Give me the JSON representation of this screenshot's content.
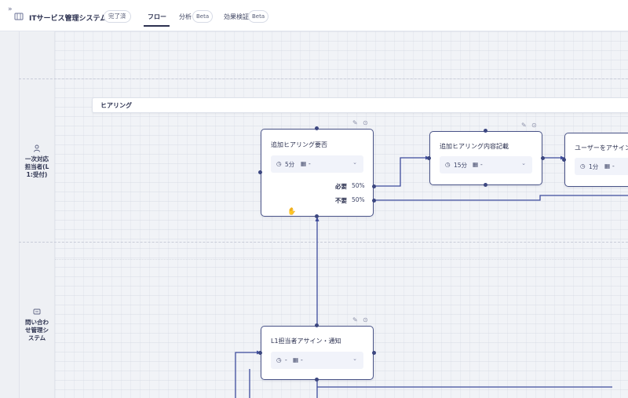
{
  "app": {
    "title": "ITサービス管理システム",
    "status": "完了済",
    "expand_icon": "double-chevron-right-icon",
    "app_icon": "map-icon"
  },
  "tabs": [
    {
      "label": "フロー",
      "active": true
    },
    {
      "label": "分析",
      "badge": "Beta"
    },
    {
      "label": "効果検証",
      "badge": "Beta"
    }
  ],
  "lanes": [
    {
      "label": "一次対応担当者(L1:受付)",
      "label_lines": [
        "一次対応",
        "担当者(L",
        "1:受付)"
      ],
      "icon": "person-icon"
    },
    {
      "label": "問い合わせ管理システム",
      "label_lines": [
        "問い合わ",
        "せ管理シ",
        "ステム"
      ],
      "icon": "system-icon"
    }
  ],
  "phase": {
    "label": "ヒアリング"
  },
  "nodes": {
    "n1": {
      "title": "追加ヒアリング要否",
      "time": "5分",
      "date": "-",
      "branches": [
        {
          "label": "必要",
          "pct": "50%"
        },
        {
          "label": "不要",
          "pct": "50%"
        }
      ]
    },
    "n2": {
      "title": "追加ヒアリング内容記載",
      "time": "15分",
      "date": "-"
    },
    "n3": {
      "title": "ユーザーをアサイン",
      "time": "1分",
      "date": "-"
    },
    "n4": {
      "title": "L1担当者アサイン・通知",
      "time": "-",
      "date": "-"
    }
  },
  "colors": {
    "accent": "#3c4780",
    "edge": "#3e4c9c",
    "node_border": "#4a5488"
  }
}
